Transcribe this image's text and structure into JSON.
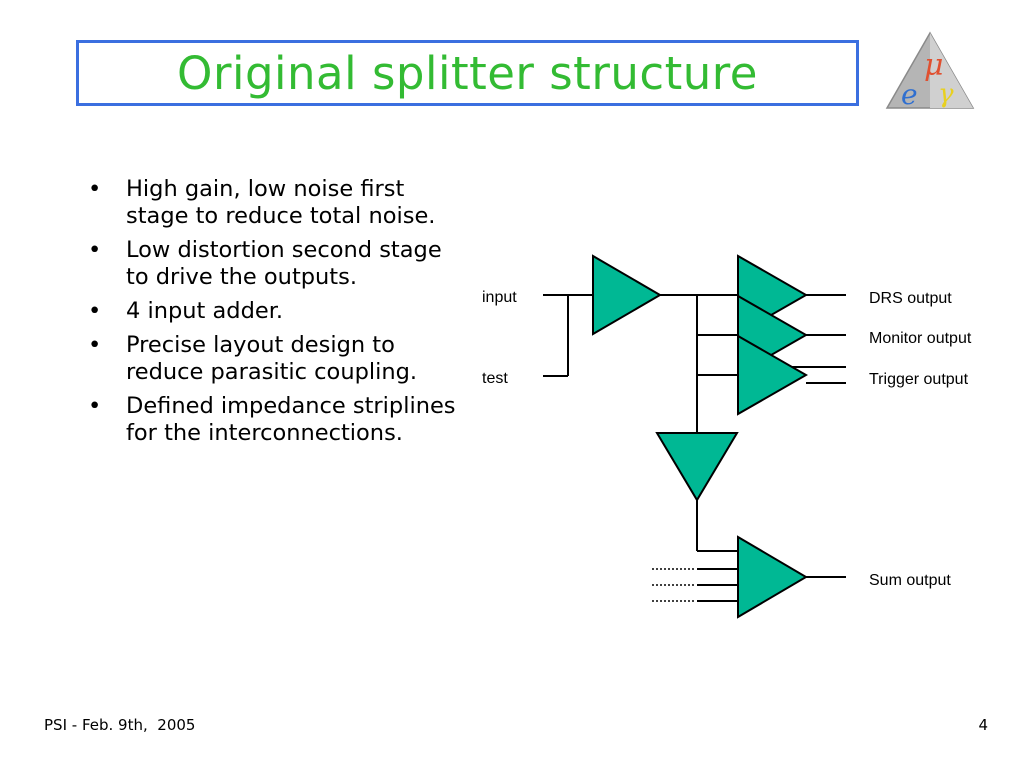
{
  "slide": {
    "title": "Original splitter structure",
    "bullets": [
      "High gain, low noise first stage to reduce total noise.",
      "Low distortion second stage to drive the outputs.",
      "4 input adder.",
      "Precise layout design to reduce parasitic coupling.",
      "Defined impedance striplines for the interconnections."
    ],
    "footer_left": "PSI - Feb. 9th,  2005",
    "page_number": "4"
  },
  "logo": {
    "letters": [
      "μ",
      "e",
      "γ"
    ]
  },
  "diagram": {
    "labels": {
      "input": "input",
      "test": "test",
      "drs_output": "DRS output",
      "monitor_output": "Monitor output",
      "trigger_output": "Trigger output",
      "sum_output": "Sum output"
    }
  },
  "colors": {
    "title": "#33bb33",
    "title_border": "#3b6fe0",
    "amplifier_fill": "#00b894"
  }
}
